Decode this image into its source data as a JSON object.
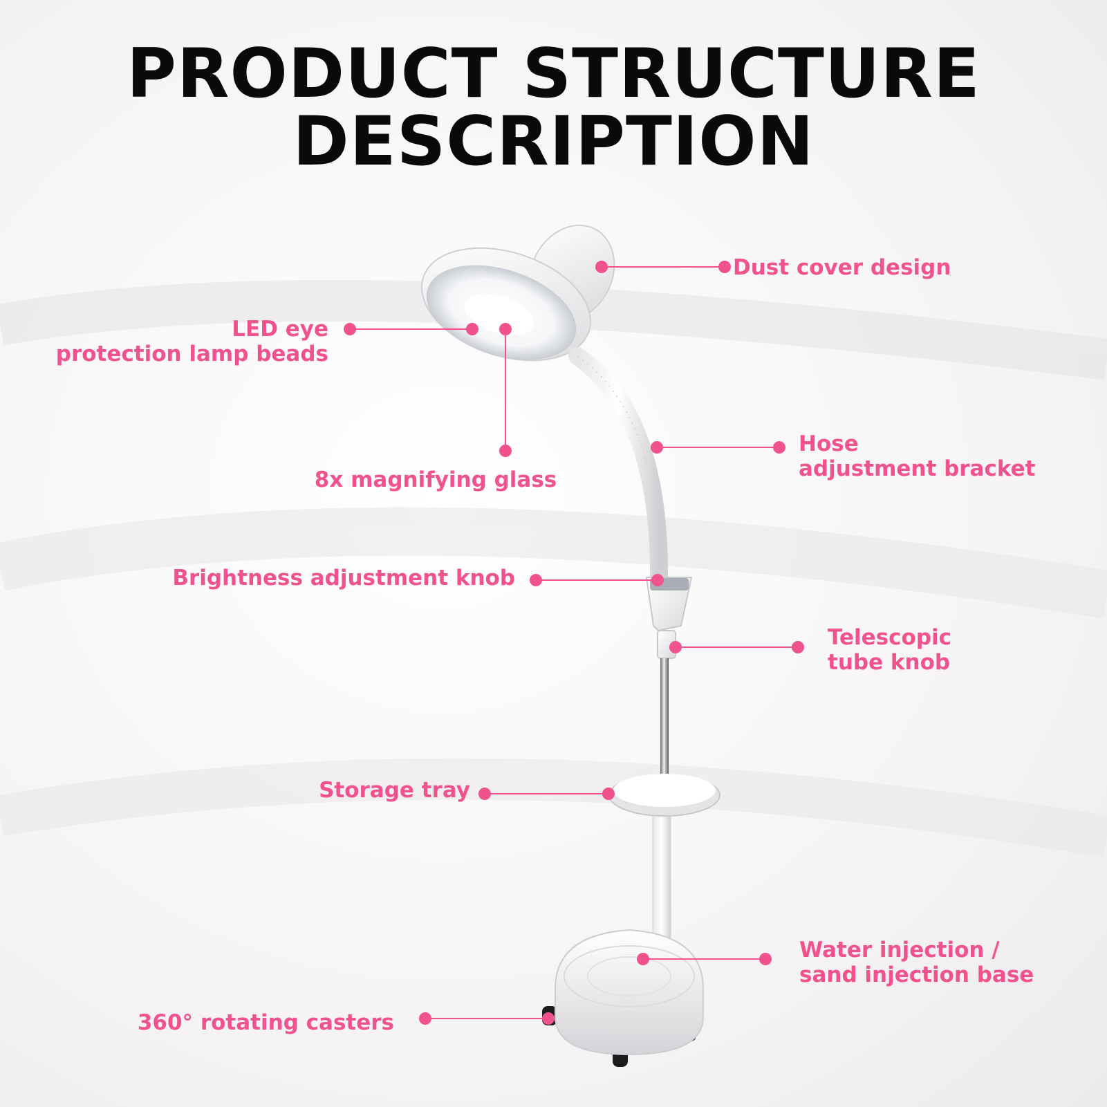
{
  "title": {
    "line1": "PRODUCT STRUCTURE",
    "line2": "DESCRIPTION"
  },
  "colors": {
    "accent": "#f0528e",
    "title": "#0a0a0a",
    "product": "#ffffff"
  },
  "labels": {
    "dust_cover": "Dust cover design",
    "led_beads": "LED eye\nprotection lamp beads",
    "magnifying_glass": "8x magnifying glass",
    "hose_bracket": "Hose\nadjustment bracket",
    "brightness_knob": "Brightness adjustment knob",
    "telescopic_knob": "Telescopic\ntube knob",
    "storage_tray": "Storage tray",
    "water_base": "Water injection /\nsand injection base",
    "casters": "360° rotating casters"
  }
}
